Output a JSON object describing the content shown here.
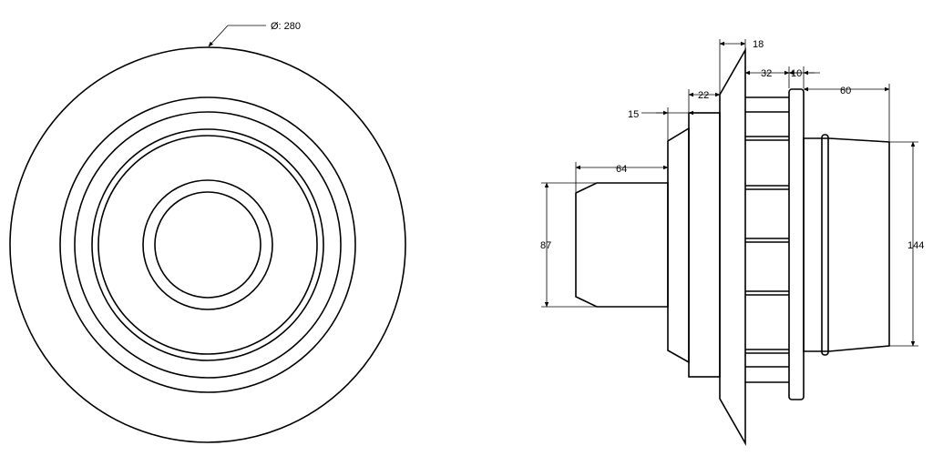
{
  "front_view": {
    "diameter_label": "Ø: 280"
  },
  "side_view": {
    "dimensions": {
      "d18": "18",
      "d32": "32",
      "d10": "10",
      "d22": "22",
      "d60": "60",
      "d15": "15",
      "d64": "64",
      "d87": "87",
      "d144": "144"
    }
  }
}
